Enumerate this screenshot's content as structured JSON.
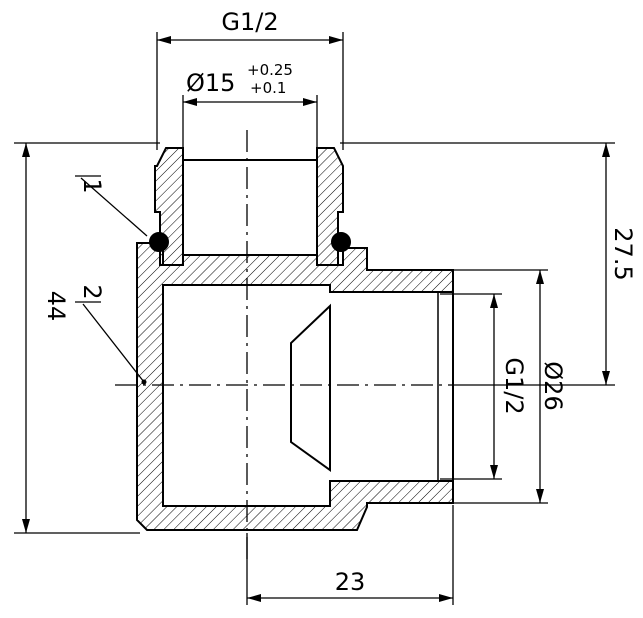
{
  "dimensions": {
    "top_thread": "G1/2",
    "bore_diameter": "Ø15",
    "bore_tol_upper": "+0.25",
    "bore_tol_lower": "+0.1",
    "side_thread": "G1/2",
    "side_diameter": "Ø26",
    "overall_height": "44",
    "upper_height": "27.5",
    "branch_length": "23"
  },
  "callouts": {
    "part_1": "1",
    "part_2": "2"
  },
  "colors": {
    "line": "#000000",
    "background": "#ffffff"
  }
}
